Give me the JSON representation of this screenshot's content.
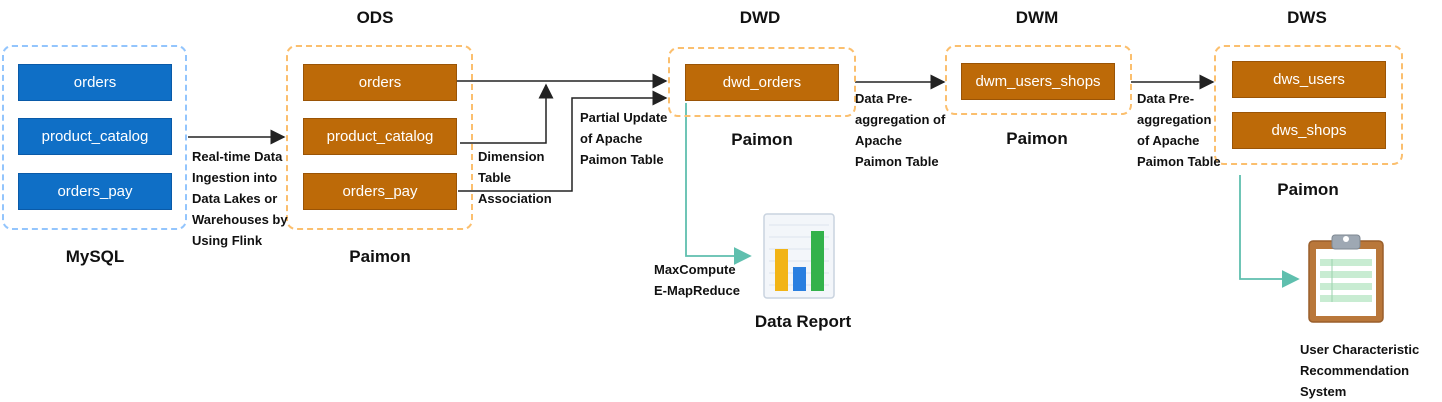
{
  "layers": {
    "ods": "ODS",
    "dwd": "DWD",
    "dwm": "DWM",
    "dws": "DWS"
  },
  "mysql": {
    "caption": "MySQL",
    "tables": [
      "orders",
      "product_catalog",
      "orders_pay"
    ]
  },
  "ods": {
    "caption": "Paimon",
    "tables": [
      "orders",
      "product_catalog",
      "orders_pay"
    ]
  },
  "dwd": {
    "caption": "Paimon",
    "tables": [
      "dwd_orders"
    ]
  },
  "dwm": {
    "caption": "Paimon",
    "tables": [
      "dwm_users_shops"
    ]
  },
  "dws": {
    "caption": "Paimon",
    "tables": [
      "dws_users",
      "dws_shops"
    ]
  },
  "labels": {
    "ingestion": "Real-time Data\nIngestion into\nData Lakes or\nWarehouses by\nUsing Flink",
    "dimension": "Dimension\nTable\nAssociation",
    "partial_update": "Partial Update\nof Apache\nPaimon Table",
    "preagg_dwm": "Data Pre-\naggregation of\nApache\nPaimon Table",
    "preagg_dws": "Data Pre-\naggregation\nof Apache\nPaimon Table",
    "compute": "MaxCompute\nE-MapReduce",
    "report": "Data Report",
    "recommendation": "User Characteristic\nRecommendation\nSystem"
  },
  "icons": {
    "report": "bar-chart-icon",
    "recommendation": "clipboard-icon"
  },
  "colors": {
    "mysql_table": "#0f6fc6",
    "paimon_table": "#bd6a08",
    "mysql_border": "#93c5fd",
    "paimon_border": "#fbbf6e",
    "arrow": "#222222",
    "output_arrow": "#5fbfae"
  }
}
